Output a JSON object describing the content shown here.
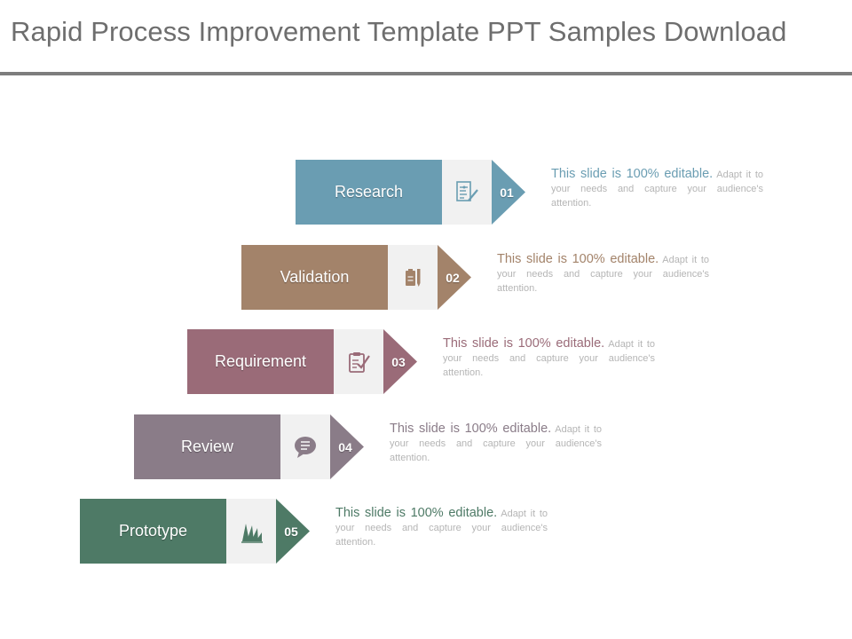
{
  "title": "Rapid Process Improvement Template PPT Samples Download",
  "steps": [
    {
      "label": "Research",
      "number": "01",
      "icon": "document-edit-icon",
      "color": "#6a9db2",
      "lead": "This slide is 100% editable.",
      "text": " Adapt it to your needs and capture your audience's attention."
    },
    {
      "label": "Validation",
      "number": "02",
      "icon": "clipboard-pen-icon",
      "color": "#a3836a",
      "lead": "This slide is 100% editable.",
      "text": " Adapt it to your needs and capture your audience's attention."
    },
    {
      "label": "Requirement",
      "number": "03",
      "icon": "clipboard-check-icon",
      "color": "#9a6b78",
      "lead": "This slide is 100% editable.",
      "text": " Adapt it to your needs and capture your audience's attention."
    },
    {
      "label": "Review",
      "number": "04",
      "icon": "chat-bubble-icon",
      "color": "#8a7c88",
      "lead": "This slide is 100% editable.",
      "text": " Adapt it to your needs and capture your audience's attention."
    },
    {
      "label": "Prototype",
      "number": "05",
      "icon": "swatch-fan-icon",
      "color": "#4e7a66",
      "lead": "This slide is 100% editable.",
      "text": " Adapt it to your needs and capture your audience's attention."
    }
  ]
}
